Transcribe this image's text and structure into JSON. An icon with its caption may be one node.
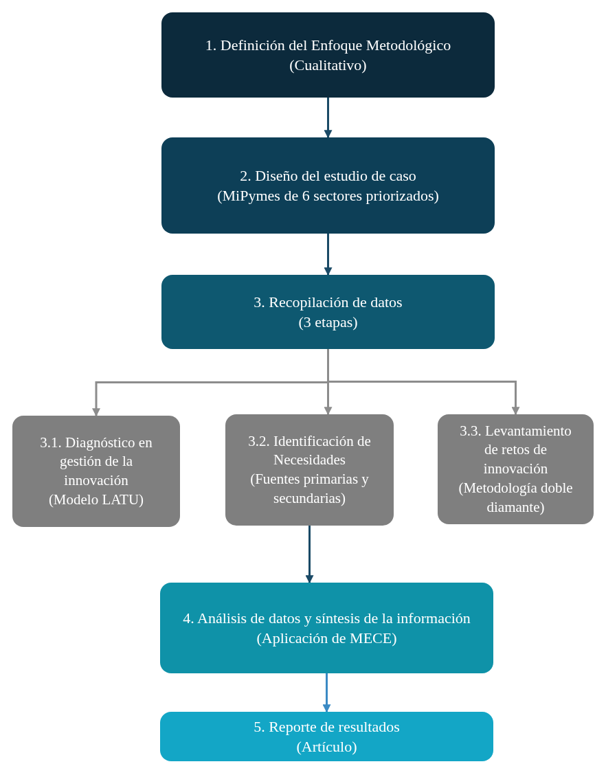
{
  "diagram": {
    "nodes": [
      {
        "text": [
          "1. Definición del Enfoque Metodológico",
          "(Cualitativo)"
        ]
      },
      {
        "text": [
          "2. Diseño del estudio de caso",
          "(MiPymes de 6 sectores priorizados)"
        ]
      },
      {
        "text": [
          "3. Recopilación de datos",
          "(3 etapas)"
        ]
      },
      {
        "text": [
          "3.1. Diagnóstico en gestión de la innovación",
          "(Modelo LATU)"
        ]
      },
      {
        "text": [
          "3.2. Identificación de Necesidades",
          "(Fuentes primarias y secundarias)"
        ]
      },
      {
        "text": [
          "3.3. Levantamiento de retos de innovación",
          "(Metodología doble diamante)"
        ]
      },
      {
        "text": [
          "4. Análisis de datos y síntesis de la información",
          "(Aplicación de MECE)"
        ]
      },
      {
        "text": [
          "5. Reporte de resultados",
          "(Artículo)"
        ]
      }
    ],
    "edges": [
      {
        "from": 0,
        "to": 1,
        "arrow": "to"
      },
      {
        "from": 1,
        "to": 2,
        "arrow": "to"
      },
      {
        "from": 2,
        "to": 3,
        "arrow": "to",
        "color": "#8c8c8c"
      },
      {
        "from": 2,
        "to": 4,
        "arrow": "to",
        "color": "#8c8c8c"
      },
      {
        "from": 2,
        "to": 5,
        "arrow": "to",
        "color": "#8c8c8c"
      },
      {
        "from": 4,
        "to": 6,
        "arrow": "to"
      },
      {
        "from": 6,
        "to": 7,
        "arrow": "to",
        "color": "#3b8ac4"
      }
    ]
  }
}
